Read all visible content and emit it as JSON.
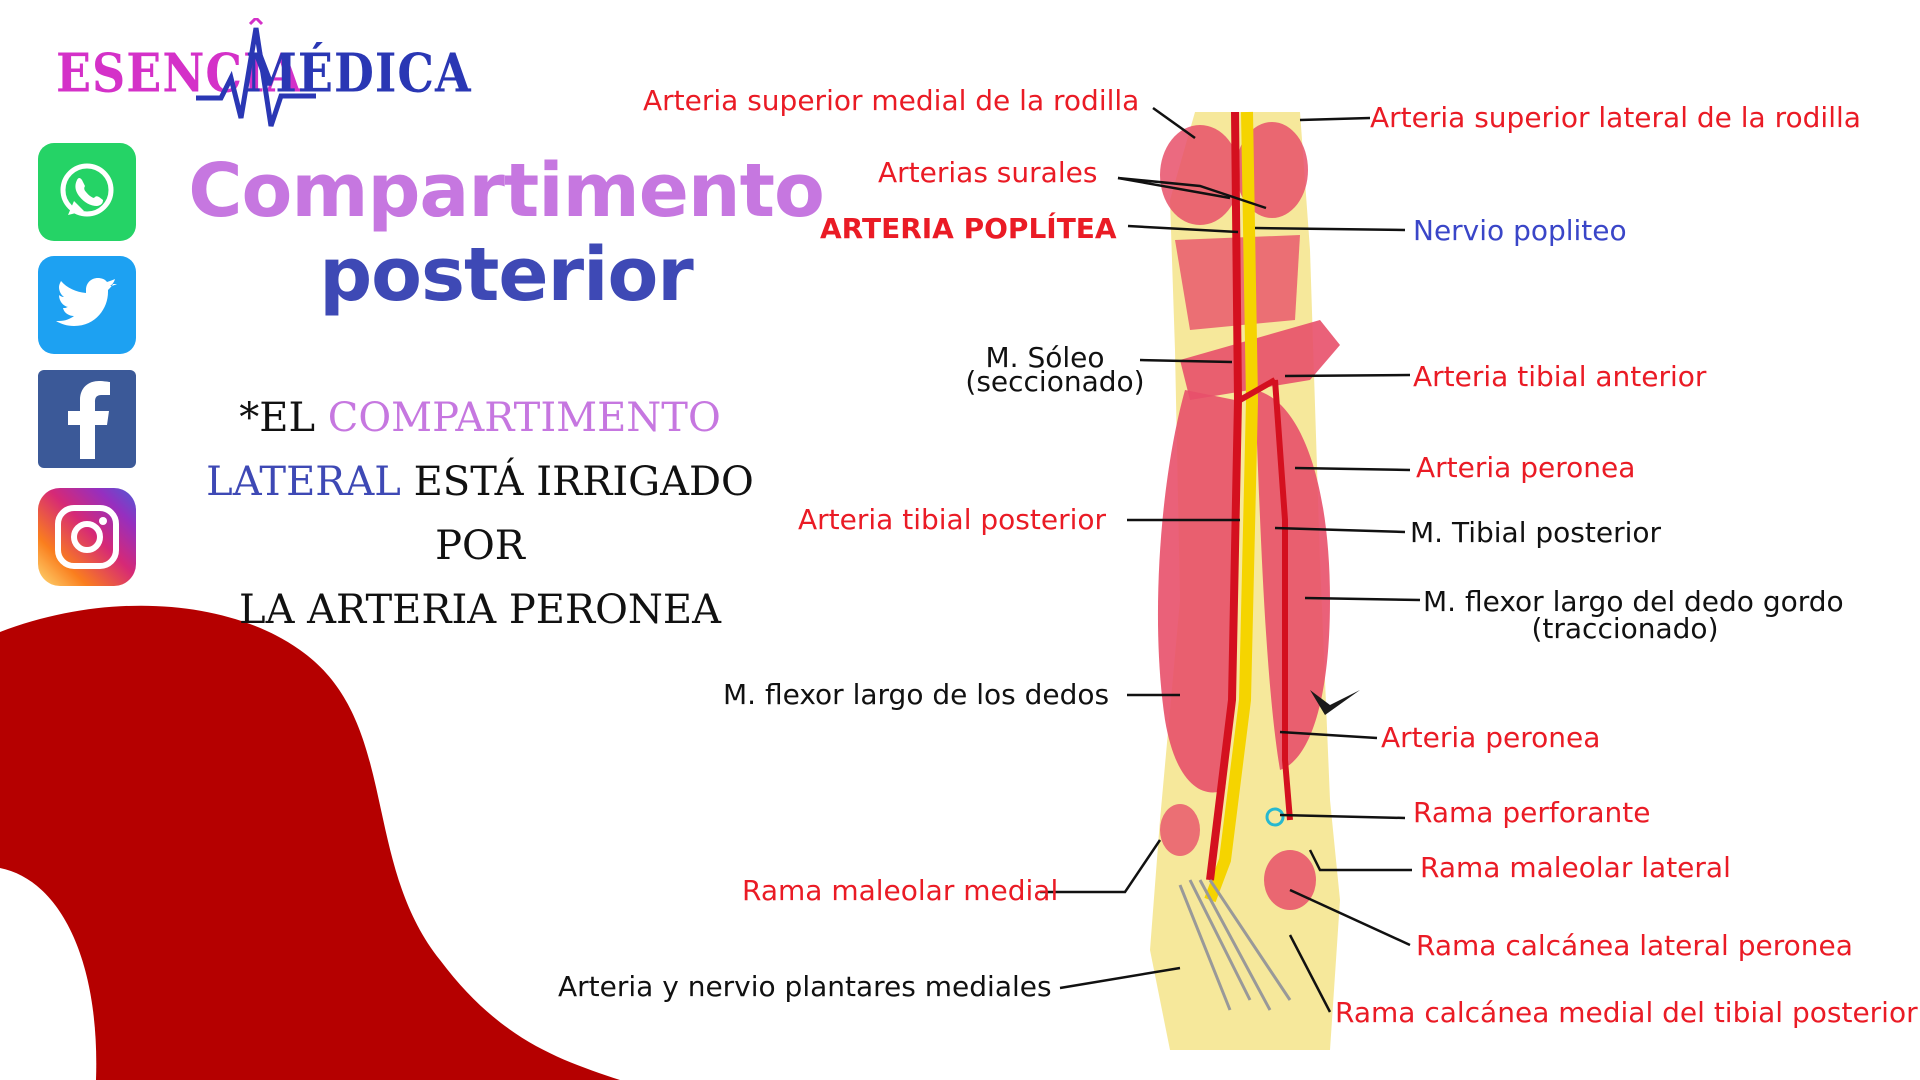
{
  "brand": {
    "left": "ESENCIA",
    "right": "MÉDICA"
  },
  "social": {
    "whatsapp": "whatsapp-icon",
    "twitter": "twitter-icon",
    "facebook": "facebook-icon",
    "instagram": "instagram-icon"
  },
  "title": {
    "line1": "Compartimento",
    "line2": "posterior"
  },
  "note": {
    "part1": "*EL ",
    "part2": "COMPARTIMENTO",
    "part3": "LATERAL",
    "part4": " ESTÁ IRRIGADO POR",
    "part5": "LA ARTERIA PERONEA"
  },
  "labels": {
    "sup_medial": "Arteria superior medial de la rodilla",
    "sup_lateral": "Arteria superior lateral de la rodilla",
    "surales": "Arterias surales",
    "poplitea": "ARTERIA POPLÍTEA",
    "nervio_popliteo": "Nervio popliteo",
    "soleo_1": "M. Sóleo",
    "soleo_2": "(seccionado)",
    "tibial_anterior": "Arteria tibial anterior",
    "peronea_1": "Arteria peronea",
    "tibial_posterior_art": "Arteria tibial posterior",
    "tibial_posterior_m": "M. Tibial posterior",
    "flexor_gordo_1": "M. flexor largo del dedo gordo",
    "flexor_gordo_2": "(traccionado)",
    "flexor_dedos": "M. flexor largo de los dedos",
    "peronea_2": "Arteria peronea",
    "perforante": "Rama perforante",
    "maleolar_medial": "Rama maleolar medial",
    "maleolar_lateral": "Rama maleolar lateral",
    "calcanea_lateral": "Rama calcánea lateral peronea",
    "plantares": "Arteria y nervio plantares mediales",
    "calcanea_medial": "Rama calcánea medial del tibial posterior"
  },
  "colors": {
    "background_blob": "#b50000",
    "title_pink": "#c677e0",
    "title_blue": "#3e49b5",
    "label_red": "#ea1b25",
    "label_blue": "#3a46c8",
    "muscle": "#e8506a",
    "nerve": "#f5d400",
    "bone": "#f3e07a"
  }
}
